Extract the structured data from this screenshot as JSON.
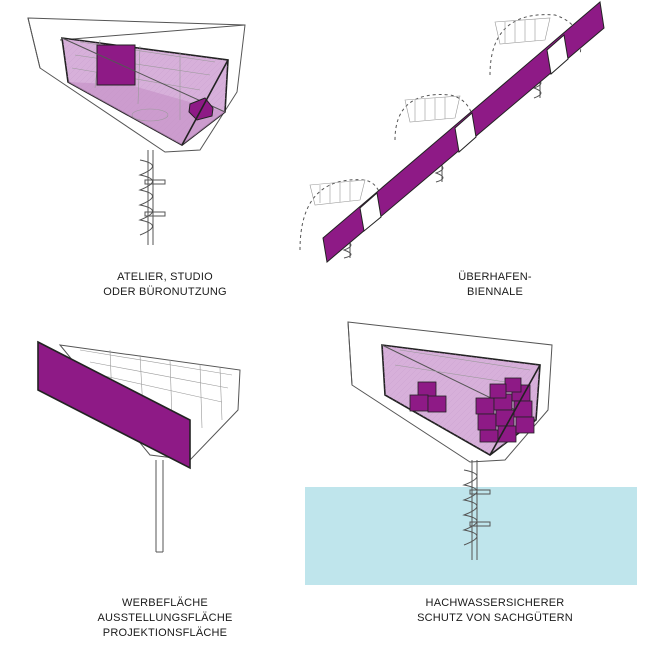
{
  "colors": {
    "accent": "#8e1a86",
    "accent_light": "#d9b3dd",
    "accent_mid": "#b46bb6",
    "water": "#bfe5ec",
    "line": "#555555"
  },
  "captions": {
    "top_left": [
      "ATELIER, STUDIO",
      "ODER BÜRONUTZUNG"
    ],
    "top_right": [
      "ÜBERHAFEN-",
      "BIENNALE"
    ],
    "bottom_left": [
      "WERBEFLÄCHE",
      "AUSSTELLUNGSFLÄCHE",
      "PROJEKTIONSFLÄCHE"
    ],
    "bottom_right": [
      "HACHWASSERSICHERER",
      "SCHUTZ VON SACHGÜTERN"
    ]
  }
}
